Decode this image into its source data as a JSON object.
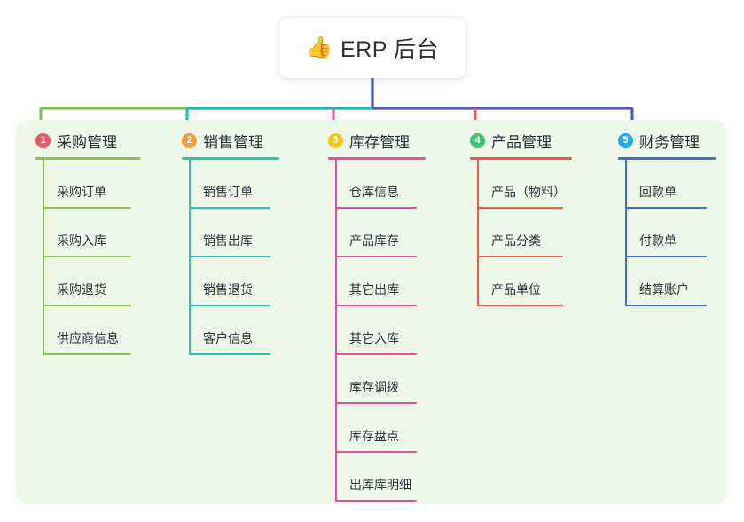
{
  "title": {
    "emoji": "👍",
    "emoji_name": "thumbs-up-icon",
    "text": "ERP 后台"
  },
  "panel": {
    "background": "#eef8e8"
  },
  "wires": {
    "stem_color": "#4455c0",
    "bus_segment_1_color": "#7cbf4a",
    "bus_segment_2_color": "#16bfa5",
    "bus_segment_3_color": "#5358c4"
  },
  "columns": [
    {
      "badge": "1",
      "badge_color": "#f2536d",
      "title": "采购管理",
      "accent": "#8cc352",
      "drop_color": "#7cbf4a",
      "items": [
        {
          "label": "采购订单"
        },
        {
          "label": "采购入库"
        },
        {
          "label": "采购退货"
        },
        {
          "label": "供应商信息"
        }
      ]
    },
    {
      "badge": "2",
      "badge_color": "#f59a3e",
      "title": "销售管理",
      "accent": "#2bc4b4",
      "drop_color": "#16bfa5",
      "items": [
        {
          "label": "销售订单"
        },
        {
          "label": "销售出库"
        },
        {
          "label": "销售退货"
        },
        {
          "label": "客户信息"
        }
      ]
    },
    {
      "badge": "3",
      "badge_color": "#f5c518",
      "title": "库存管理",
      "accent": "#ec4d9a",
      "drop_color": "#ec4d9a",
      "items": [
        {
          "label": "仓库信息"
        },
        {
          "label": "产品库存"
        },
        {
          "label": "其它出库"
        },
        {
          "label": "其它入库"
        },
        {
          "label": "库存调拨"
        },
        {
          "label": "库存盘点"
        },
        {
          "label": "出库库明细"
        }
      ]
    },
    {
      "badge": "4",
      "badge_color": "#3ec46d",
      "title": "产品管理",
      "accent": "#f2564f",
      "drop_color": "#f2564f",
      "items": [
        {
          "label": "产品（物料）"
        },
        {
          "label": "产品分类"
        },
        {
          "label": "产品单位"
        }
      ]
    },
    {
      "badge": "5",
      "badge_color": "#2ba7e8",
      "title": "财务管理",
      "accent": "#3d6fd8",
      "drop_color": "#4455c0",
      "items": [
        {
          "label": "回款单"
        },
        {
          "label": "付款单"
        },
        {
          "label": "结算账户"
        }
      ]
    }
  ]
}
